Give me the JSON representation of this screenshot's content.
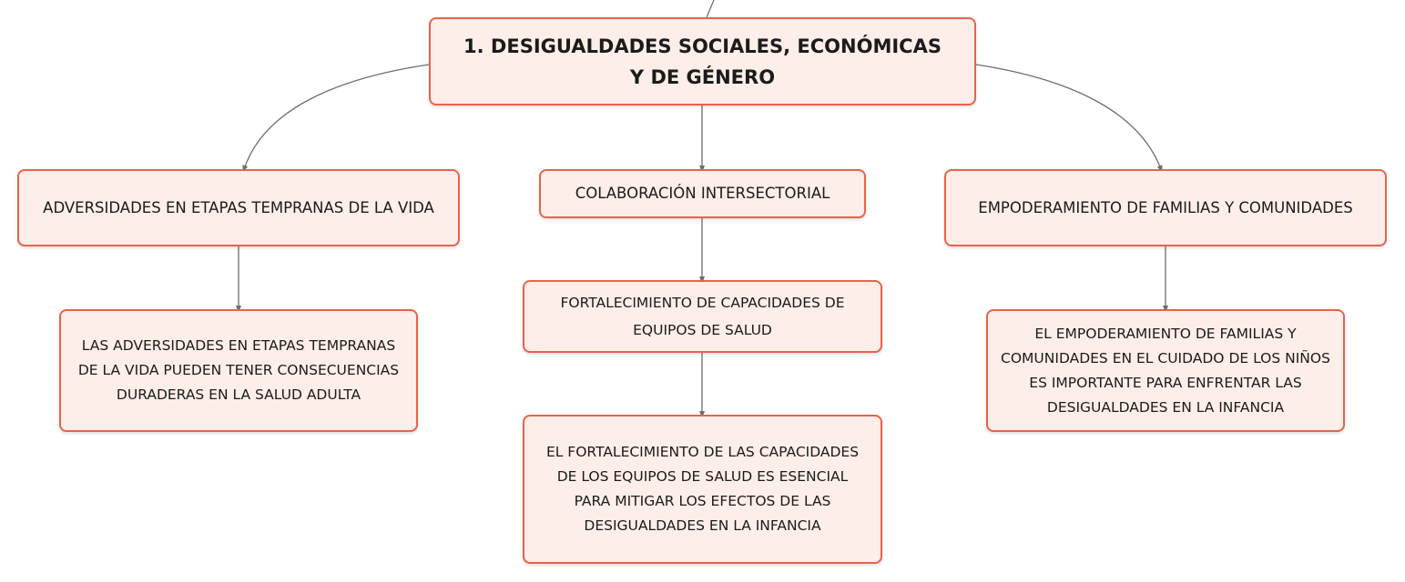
{
  "root": {
    "title": "1. DESIGUALDADES SOCIALES, ECONÓMICAS Y DE GÉNERO"
  },
  "branches": {
    "left": {
      "label": "ADVERSIDADES EN ETAPAS TEMPRANAS DE LA VIDA",
      "detail": "LAS ADVERSIDADES EN ETAPAS TEMPRANAS DE LA VIDA PUEDEN TENER CONSECUENCIAS DURADERAS EN LA SALUD ADULTA"
    },
    "center": {
      "label": "COLABORACIÓN INTERSECTORIAL",
      "sub_label": "FORTALECIMIENTO DE CAPACIDADES DE EQUIPOS DE SALUD",
      "detail": "EL FORTALECIMIENTO DE LAS CAPACIDADES DE LOS EQUIPOS DE SALUD ES ESENCIAL PARA MITIGAR LOS EFECTOS DE LAS DESIGUALDADES EN LA INFANCIA"
    },
    "right": {
      "label": "EMPODERAMIENTO DE FAMILIAS Y COMUNIDADES",
      "detail": "EL EMPODERAMIENTO DE FAMILIAS Y COMUNIDADES EN EL CUIDADO DE LOS NIÑOS ES IMPORTANTE PARA ENFRENTAR LAS DESIGUALDADES EN LA INFANCIA"
    }
  },
  "colors": {
    "node_fill": "#fdeee9",
    "node_border": "#e8634b",
    "connector": "#6e6e6e",
    "text": "#1b1b1b"
  }
}
